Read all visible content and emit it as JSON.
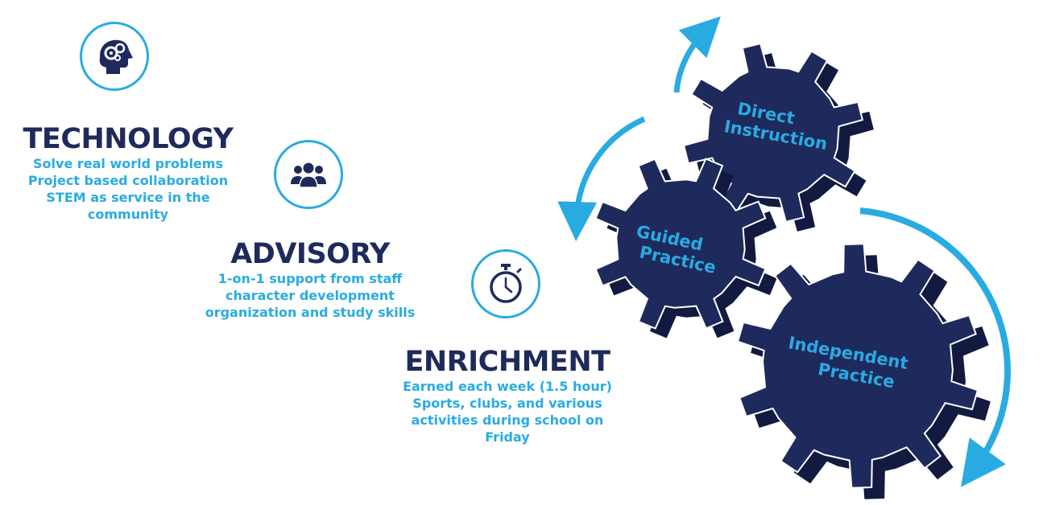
{
  "colors": {
    "navy": "#1f2a5c",
    "blue": "#29abe2",
    "gear_side": "#121a40"
  },
  "sections": [
    {
      "icon": "brain-gears-icon",
      "title": "TECHNOLOGY",
      "lines": [
        "Solve real world problems",
        "Project based collaboration",
        "STEM as service in the",
        "community"
      ]
    },
    {
      "icon": "group-people-icon",
      "title": "ADVISORY",
      "lines": [
        "1-on-1 support from staff",
        "character development",
        "organization and study skills"
      ]
    },
    {
      "icon": "stopwatch-icon",
      "title": "ENRICHMENT",
      "lines": [
        "Earned each week (1.5 hour)",
        "Sports, clubs, and various",
        "activities during school on",
        "Friday"
      ]
    }
  ],
  "gears": [
    {
      "lines": [
        "Direct",
        "Instruction"
      ]
    },
    {
      "lines": [
        "Guided",
        "Practice"
      ]
    },
    {
      "lines": [
        "Independent",
        "Practice"
      ]
    }
  ]
}
